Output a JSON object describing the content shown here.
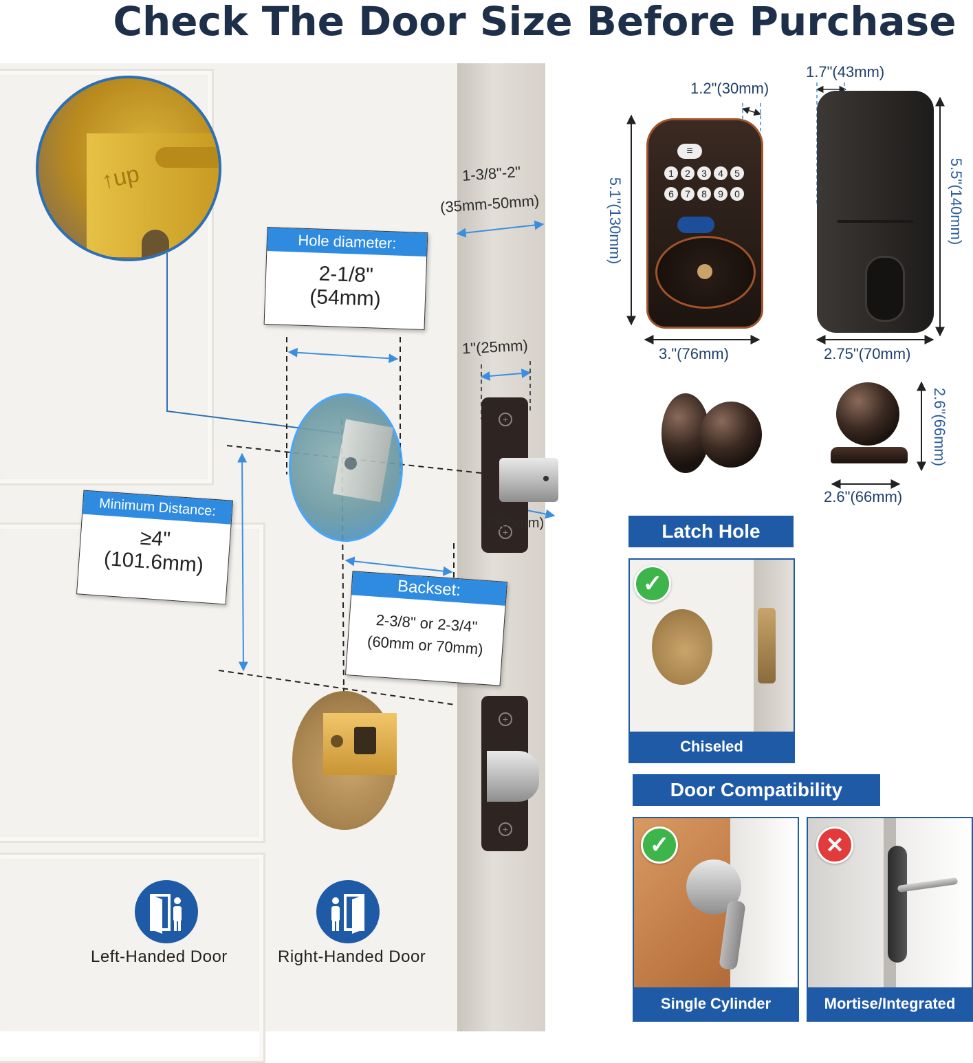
{
  "title": "Check The Door Size Before Purchase",
  "door": {
    "thickness": {
      "line1": "1-3/8\"-2\"",
      "line2": "(35mm-50mm)"
    },
    "hole_diameter": {
      "heading": "Hole diameter:",
      "line1": "2-1/8\"",
      "line2": "(54mm)"
    },
    "minimum_distance": {
      "heading": "Minimum Distance:",
      "line1": "≥4\"",
      "line2": "(101.6mm)"
    },
    "backset": {
      "heading": "Backset:",
      "line1": "2-3/8\" or 2-3/4\"",
      "line2": "(60mm or 70mm)"
    },
    "latch_plate_width": "1\"(25mm)",
    "latch_bolt": "1\"(25mm)",
    "zoom_text": "↑up",
    "screw_symbol": "+"
  },
  "handedness": [
    {
      "label": "Left-Handed Door",
      "icon": "left-handed-door-icon"
    },
    {
      "label": "Right-Handed Door",
      "icon": "right-handed-door-icon"
    }
  ],
  "keypad_lock": {
    "depth": "1.2\"(30mm)",
    "height": "5.1\"(130mm)",
    "width": "3.\"(76mm)",
    "menu_symbol": "≡",
    "keys_row1": [
      "1",
      "2",
      "3",
      "4",
      "5"
    ],
    "keys_row2": [
      "6",
      "7",
      "8",
      "9",
      "0"
    ]
  },
  "back_lock": {
    "depth": "1.7\"(43mm)",
    "height": "5.5\"(140mm)",
    "width": "2.75\"(70mm)"
  },
  "knob": {
    "height": "2.6\"(66mm)",
    "width": "2.6\"(66mm)"
  },
  "latch_hole": {
    "heading": "Latch Hole",
    "caption": "Chiseled",
    "status_icon": "check-icon"
  },
  "door_compatibility": {
    "heading": "Door Compatibility",
    "items": [
      {
        "caption": "Single Cylinder",
        "status_icon": "check-icon",
        "symbol": "✓"
      },
      {
        "caption": "Mortise/Integrated",
        "status_icon": "cross-icon",
        "symbol": "✕"
      }
    ]
  },
  "colors": {
    "accent_blue": "#1f5aa6",
    "label_blue": "#2f8be0",
    "check_green": "#3db54a",
    "cross_red": "#e23b3b",
    "title": "#1e2f4a"
  }
}
